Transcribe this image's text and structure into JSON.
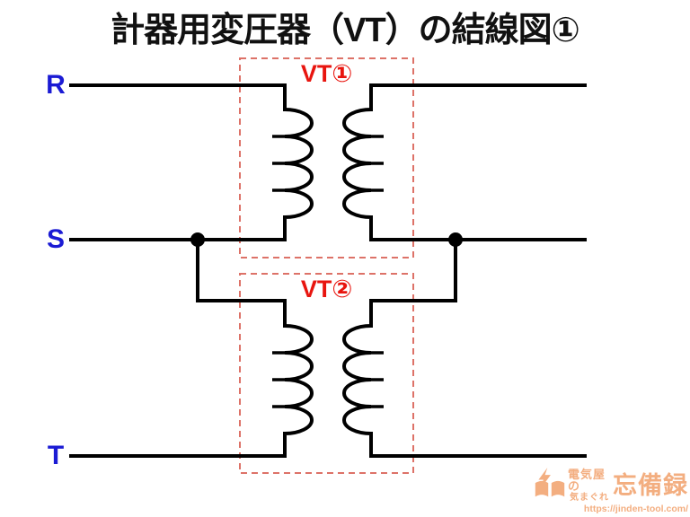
{
  "title": "計器用変圧器（VT）の結線図①",
  "phases": {
    "r": "R",
    "s": "S",
    "t": "T"
  },
  "transformers": {
    "vt1": "VT①",
    "vt2": "VT②"
  },
  "circuit": {
    "type": "wiring-diagram",
    "buses": [
      "R",
      "S",
      "T"
    ],
    "vt1_connected_between": [
      "R",
      "S"
    ],
    "vt2_connected_between": [
      "S",
      "T"
    ],
    "junction_dots_on_bus": "S",
    "coils_per_vt": 2,
    "bumps_per_coil": 4
  },
  "watermark": {
    "line1": "電気屋の",
    "line2": "気まぐれ",
    "name": "忘備録",
    "url": "https://jinden-tool.com/"
  },
  "colors": {
    "background": "#ffffff",
    "line": "#000000",
    "phase_label": "#1b1bd4",
    "vt_label": "#e8150f",
    "dashed_box": "#dd7268",
    "watermark": "#f2a36f"
  }
}
